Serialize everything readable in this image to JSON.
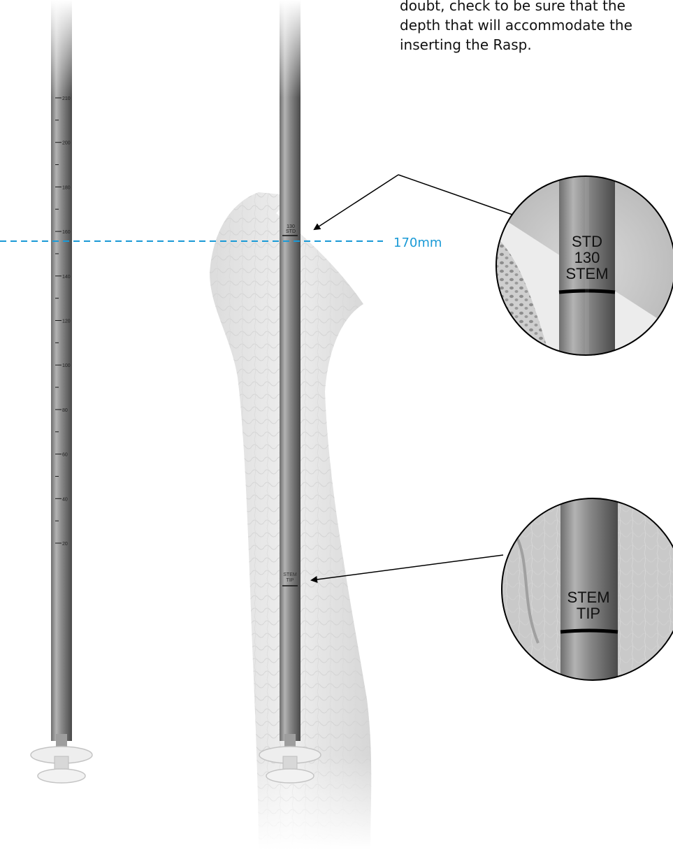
{
  "intro_text_lines": [
    "doubt, check to be sure that the",
    "depth that will accommodate the",
    "inserting the Rasp."
  ],
  "depth_line": {
    "label": "170mm",
    "color": "#1a9ad6"
  },
  "scale_marks": [
    "210",
    "200",
    "180",
    "160",
    "140",
    "120",
    "100",
    "80",
    "60",
    "40",
    "20"
  ],
  "shaft_marks": {
    "neck": [
      "130",
      "STD"
    ],
    "tip": [
      "STEM",
      "TIP"
    ]
  },
  "callouts": {
    "neck_zoom": [
      "STD",
      "130",
      "STEM"
    ],
    "tip_zoom": [
      "STEM",
      "TIP"
    ]
  }
}
